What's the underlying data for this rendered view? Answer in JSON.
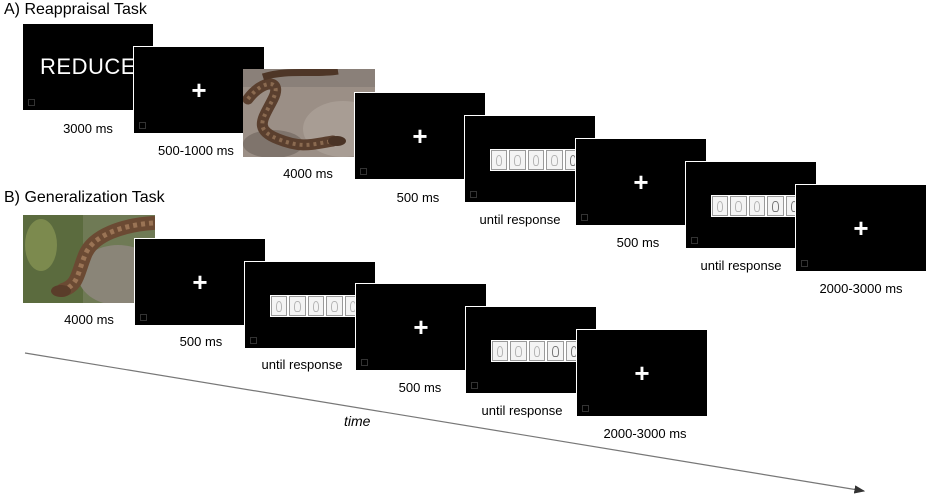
{
  "sections": {
    "a_title": "A) Reappraisal Task",
    "b_title": "B) Generalization Task"
  },
  "reappraisal": {
    "cue_text": "REDUCE",
    "fixation": "+",
    "durations": [
      "3000 ms",
      "500-1000 ms",
      "4000 ms",
      "500 ms",
      "until response",
      "500 ms",
      "until response",
      "2000-3000 ms"
    ]
  },
  "generalization": {
    "fixation": "+",
    "durations": [
      "4000 ms",
      "500 ms",
      "until response",
      "500 ms",
      "until response",
      "2000-3000 ms"
    ]
  },
  "axis": {
    "label": "time"
  }
}
